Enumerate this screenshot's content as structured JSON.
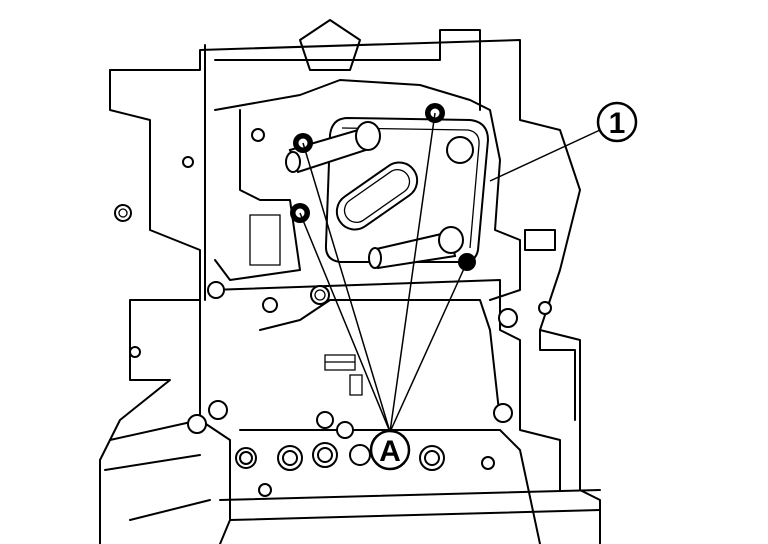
{
  "figure": {
    "callouts": [
      {
        "id": "part-1",
        "label": "1"
      },
      {
        "id": "bolts-a",
        "label": "A"
      }
    ],
    "colors": {
      "line": "#000000",
      "background": "#ffffff"
    }
  }
}
